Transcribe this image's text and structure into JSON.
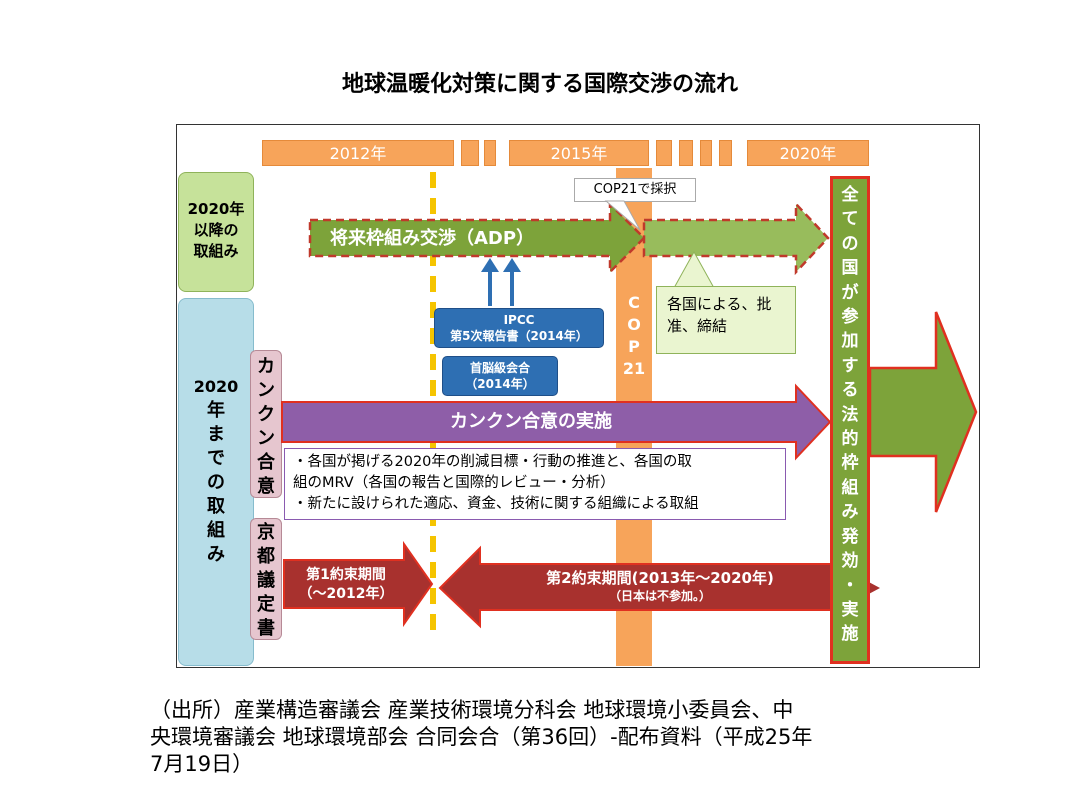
{
  "title": "地球温暖化対策に関する国際交渉の流れ",
  "years": [
    "2012年",
    "2015年",
    "2020年"
  ],
  "left_labels": {
    "after_2020": [
      "2020年",
      "以降の",
      "取組み"
    ],
    "until_2020_chars": [
      "2020",
      "年",
      "ま",
      "で",
      "の",
      "取",
      "組",
      "み"
    ]
  },
  "sub_labels": {
    "cancun_chars": [
      "カ",
      "ン",
      "ク",
      "ン",
      "合",
      "意"
    ],
    "kyoto_chars": [
      "京",
      "都",
      "議",
      "定",
      "書"
    ]
  },
  "cop21_adopt": "COP21で採択",
  "adp_label": "将来枠組み交渉（ADP）",
  "ipcc": [
    "IPCC",
    "第5次報告書（2014年）"
  ],
  "summit": [
    "首脳級会合",
    "（2014年）"
  ],
  "cop21_chars": [
    "C",
    "O",
    "P",
    "21"
  ],
  "ratify_note": [
    "各国による、批",
    "准、締結"
  ],
  "cancun_impl": "カンクン合意の実施",
  "cancun_notes": [
    "・各国が掲げる2020年の削減目標・行動の推進と、各国の取",
    "組のMRV（各国の報告と国際的レビュー・分析）",
    "・新たに設けられた適応、資金、技術に関する組織による取組"
  ],
  "period1": [
    "第1約束期間",
    "（～2012年）"
  ],
  "period2": [
    "第2約束期間(2013年～2020年)",
    "（日本は不参加。）"
  ],
  "legal_chars": [
    "全",
    "て",
    "の",
    "国",
    "が",
    "参",
    "加",
    "す",
    "る",
    "法",
    "的",
    "枠",
    "組",
    "み",
    "発",
    "効",
    "・",
    "実",
    "施"
  ],
  "source": [
    "（出所）産業構造審議会 産業技術環境分科会 地球環境小委員会、中",
    "央環境審議会 地球環境部会 合同会合（第36回）-配布資料（平成25年",
    "7月19日）"
  ],
  "colors": {
    "orange": "#f7a45a",
    "green": "#7da33a",
    "purple": "#8e5ea8",
    "darkred": "#a8312e",
    "blue": "#2e6fb3",
    "red": "#e03020"
  }
}
